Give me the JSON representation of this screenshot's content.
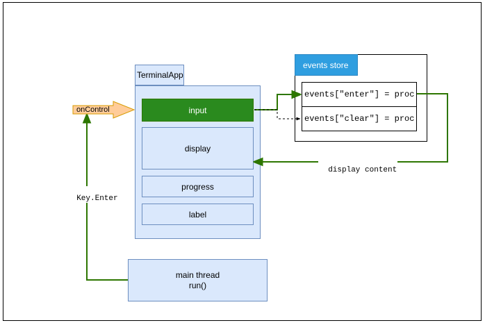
{
  "terminal_app": {
    "title": "TerminalApp",
    "widgets": {
      "input": "input",
      "display": "display",
      "progress": "progress",
      "label": "label"
    }
  },
  "events_store": {
    "title": "events store",
    "entries": [
      "events[\"enter\"] = proc",
      "events[\"clear\"] = proc"
    ]
  },
  "on_control": "onControl",
  "main_thread": {
    "line1": "main thread",
    "line2": "run()"
  },
  "edge_labels": {
    "display_content": "display content",
    "key_enter": "Key.Enter"
  },
  "colors": {
    "widget_fill": "#dae8fc",
    "widget_border": "#6c8ebf",
    "input_fill": "#2a8a1e",
    "store_tab": "#2f9ee0",
    "arrow": "#2d7600",
    "callout_fill": "#ffcc99",
    "callout_border": "#d79b00"
  }
}
